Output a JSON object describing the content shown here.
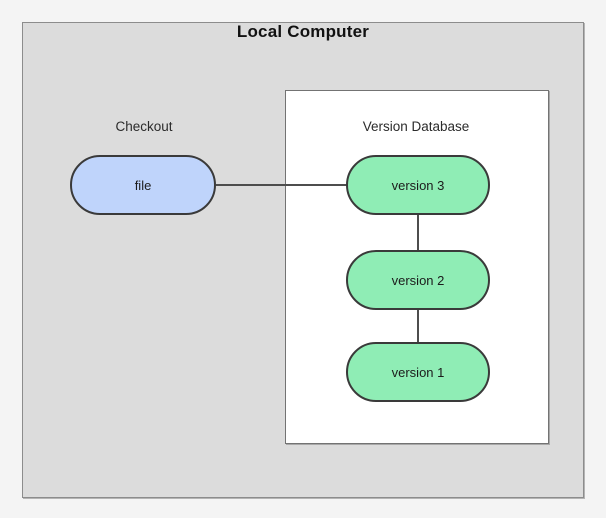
{
  "diagram": {
    "title": "Local Computer",
    "groups": [
      {
        "id": "checkout",
        "label": "Checkout"
      },
      {
        "id": "version-database",
        "label": "Version Database"
      }
    ],
    "nodes": [
      {
        "id": "file",
        "label": "file",
        "fill": "#bfd4fb",
        "stroke": "#3a3a3a",
        "group": "checkout"
      },
      {
        "id": "version-3",
        "label": "version 3",
        "fill": "#8fedb5",
        "stroke": "#3a3a3a",
        "group": "version-database"
      },
      {
        "id": "version-2",
        "label": "version 2",
        "fill": "#8fedb5",
        "stroke": "#3a3a3a",
        "group": "version-database"
      },
      {
        "id": "version-1",
        "label": "version 1",
        "fill": "#8fedb5",
        "stroke": "#3a3a3a",
        "group": "version-database"
      }
    ],
    "edges": [
      {
        "from": "file",
        "to": "version-3",
        "orientation": "horizontal"
      },
      {
        "from": "version-3",
        "to": "version-2",
        "orientation": "vertical"
      },
      {
        "from": "version-2",
        "to": "version-1",
        "orientation": "vertical"
      }
    ],
    "colors": {
      "page_background": "#f4f4f4",
      "panel_background": "#dcdcdc",
      "panel_border": "#8c8c8c",
      "inner_box_background": "#ffffff",
      "inner_box_border": "#737373",
      "edge_line": "#4d4d4d",
      "text": "#1c1c1c"
    }
  }
}
